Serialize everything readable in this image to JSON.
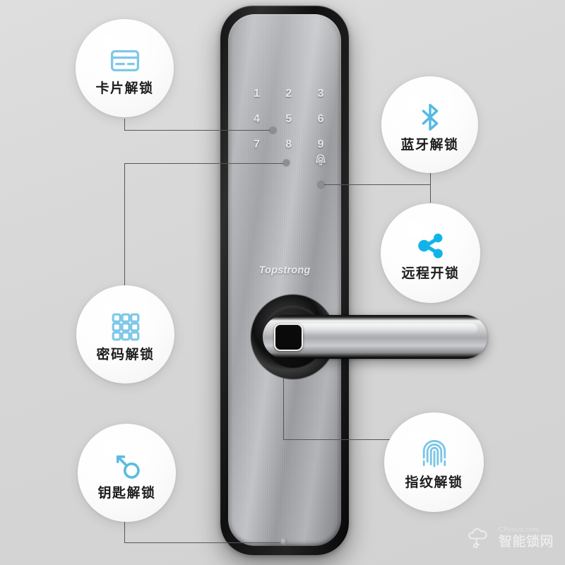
{
  "page": {
    "background_color": "#d6d6d6",
    "accent_color": "#29abe2",
    "icon_outline_color": "#7ec8e8",
    "label_color": "#1d1d1d"
  },
  "product": {
    "brand": "Topstrong",
    "keypad_keys": [
      "1",
      "2",
      "3",
      "4",
      "5",
      "6",
      "7",
      "8",
      "9"
    ],
    "doorbell_icon": "bell-icon",
    "fingerprint_sensor_label": "fingerprint-sensor",
    "handle_label": "lever-handle"
  },
  "features": [
    {
      "id": "card",
      "label": "卡片解锁",
      "icon": "card-icon",
      "icon_style": "outline",
      "position": "top-left"
    },
    {
      "id": "bluetooth",
      "label": "蓝牙解锁",
      "icon": "bluetooth-icon",
      "icon_style": "outline",
      "position": "top-right"
    },
    {
      "id": "remote",
      "label": "远程开锁",
      "icon": "share-nodes-icon",
      "icon_style": "solid",
      "position": "middle-right"
    },
    {
      "id": "password",
      "label": "密码解锁",
      "icon": "keypad-grid-icon",
      "icon_style": "outline",
      "position": "middle-left"
    },
    {
      "id": "fingerprint",
      "label": "指纹解锁",
      "icon": "fingerprint-icon",
      "icon_style": "outline",
      "position": "bottom-right"
    },
    {
      "id": "key",
      "label": "钥匙解锁",
      "icon": "key-icon",
      "icon_style": "outline",
      "position": "bottom-left"
    }
  ],
  "watermark": {
    "url": "Chysuo.com",
    "name": "智能锁网",
    "icon": "cloud-lock-logo"
  }
}
